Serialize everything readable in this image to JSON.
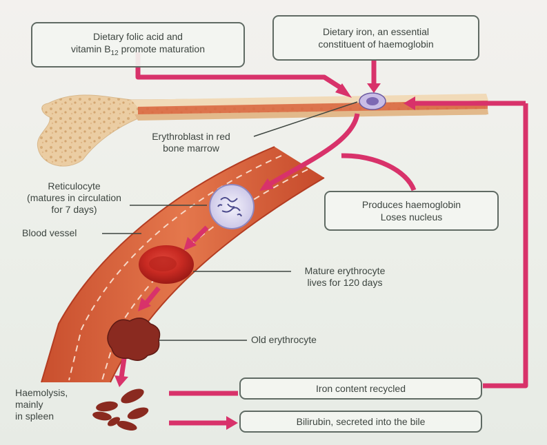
{
  "boxes": {
    "folic_line1": "Dietary folic acid and",
    "folic_line2_pre": "vitamin B",
    "folic_sub": "12",
    "folic_line2_post": " promote maturation",
    "iron_line1": "Dietary iron, an essential",
    "iron_line2": "constituent of haemoglobin",
    "hb_line1": "Produces haemoglobin",
    "hb_line2": "Loses nucleus",
    "recycled": "Iron content recycled",
    "bilirubin": "Bilirubin, secreted into the bile"
  },
  "labels": {
    "erythroblast_1": "Erythroblast in red",
    "erythroblast_2": "bone marrow",
    "reticulocyte_1": "Reticulocyte",
    "reticulocyte_2": "(matures in circulation",
    "reticulocyte_3": "for 7 days)",
    "blood_vessel": "Blood vessel",
    "mature_1": "Mature erythrocyte",
    "mature_2": "lives for 120 days",
    "old": "Old erythrocyte",
    "haemolysis_1": "Haemolysis,",
    "haemolysis_2": "mainly",
    "haemolysis_3": "in spleen"
  },
  "colors": {
    "arrow": "#d8326a",
    "vessel": "#d9643e",
    "bone": "#e8c69b",
    "box_border": "#5f6a63",
    "cell_red": "#c52a20",
    "old_cell": "#8a2a20",
    "erythroblast": "#7d69b3"
  }
}
